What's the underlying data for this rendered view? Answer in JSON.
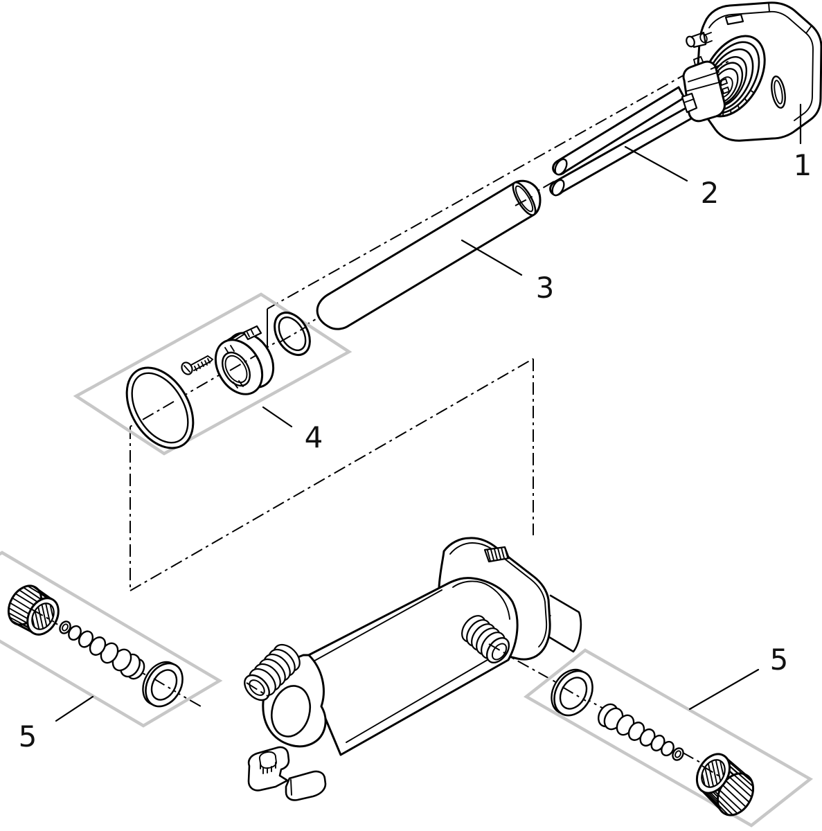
{
  "diagram": {
    "background_color": "#ffffff",
    "line_color": "#000000",
    "panel_color": "#c7c7c7",
    "callouts": [
      {
        "id": "head-unit",
        "label": "1"
      },
      {
        "id": "uv-lamp",
        "label": "2"
      },
      {
        "id": "quartz-glass-tube",
        "label": "3"
      },
      {
        "id": "oring-clamp-set",
        "label": "4"
      },
      {
        "id": "hose-fitting-left",
        "label": "5"
      },
      {
        "id": "hose-fitting-right",
        "label": "5"
      }
    ]
  }
}
